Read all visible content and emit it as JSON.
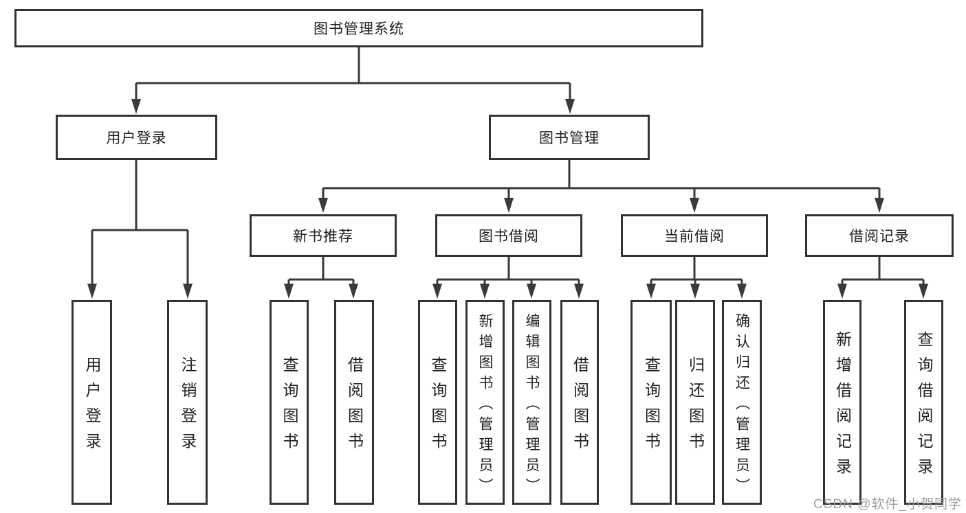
{
  "diagram": {
    "root": {
      "label": "图书管理系统"
    },
    "level2": [
      {
        "label": "用户登录"
      },
      {
        "label": "图书管理"
      }
    ],
    "level3": [
      {
        "label": "新书推荐",
        "parent": "图书管理"
      },
      {
        "label": "图书借阅",
        "parent": "图书管理"
      },
      {
        "label": "当前借阅",
        "parent": "图书管理"
      },
      {
        "label": "借阅记录",
        "parent": "图书管理"
      }
    ],
    "leaves": [
      {
        "label": "用户登录",
        "parent": "用户登录"
      },
      {
        "label": "注销登录",
        "parent": "用户登录"
      },
      {
        "label": "查询图书",
        "parent": "新书推荐"
      },
      {
        "label": "借阅图书",
        "parent": "新书推荐"
      },
      {
        "label": "查询图书",
        "parent": "图书借阅"
      },
      {
        "label": "新增图书（管理员）",
        "parent": "图书借阅"
      },
      {
        "label": "编辑图书（管理员）",
        "parent": "图书借阅"
      },
      {
        "label": "借阅图书",
        "parent": "图书借阅"
      },
      {
        "label": "查询图书",
        "parent": "当前借阅"
      },
      {
        "label": "归还图书",
        "parent": "当前借阅"
      },
      {
        "label": "确认归还（管理员）",
        "parent": "当前借阅"
      },
      {
        "label": "新增借阅记录",
        "parent": "借阅记录"
      },
      {
        "label": "查询借阅记录",
        "parent": "借阅记录"
      }
    ]
  },
  "watermark": {
    "text": "CSDN @软件_小贺同学"
  },
  "colors": {
    "box_border": "#333333",
    "box_fill": "#ffffff",
    "text": "#1f1f1f",
    "connector": "#3a3a3a",
    "watermark": "#9e9e9e",
    "background": "#ffffff"
  }
}
